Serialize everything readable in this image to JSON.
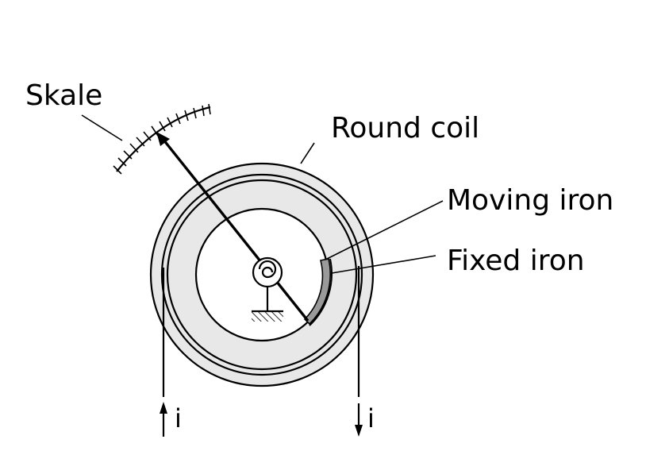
{
  "labels": {
    "scale": "Skale",
    "coil": "Round coil",
    "moving_iron": "Moving iron",
    "fixed_iron": "Fixed iron",
    "current_in": "i",
    "current_out": "i"
  },
  "colors": {
    "line": "#000000",
    "coil_fill": "#e8e8e8",
    "iron_fill": "#9a9a9a"
  }
}
